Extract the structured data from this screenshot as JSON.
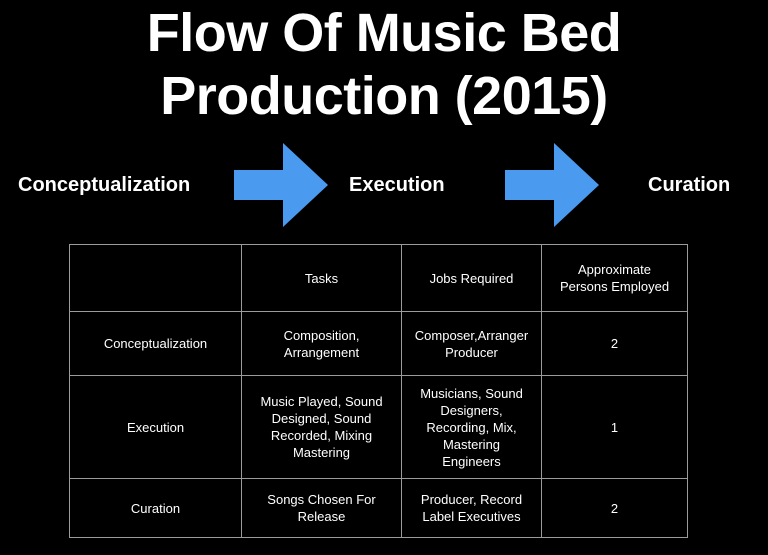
{
  "slide": {
    "background_color": "#000000",
    "text_color": "#ffffff",
    "accent_color": "#4a9af0",
    "border_color": "#9b9b9b"
  },
  "title": {
    "line1": "Flow Of Music Bed",
    "line2": "Production (2015)",
    "full": "Flow Of Music Bed Production (2015)"
  },
  "flow": {
    "stage1": "Conceptualization",
    "stage2": "Execution",
    "stage3": "Curation",
    "arrow1_icon": "right-arrow-icon",
    "arrow2_icon": "right-arrow-icon"
  },
  "table": {
    "headers": [
      "",
      "Tasks",
      "Jobs Required",
      "Approximate Persons Employed"
    ],
    "header_cells": {
      "corner": "",
      "tasks": "Tasks",
      "jobs": "Jobs Required",
      "persons_l1": "Approximate",
      "persons_l2": "Persons Employed"
    },
    "rows": [
      {
        "stage": "Conceptualization",
        "tasks_l1": "Composition,",
        "tasks_l2": "Arrangement",
        "jobs_l1": "Composer,Arranger",
        "jobs_l2": "Producer",
        "persons": "2"
      },
      {
        "stage": "Execution",
        "tasks_l1": "Music Played, Sound",
        "tasks_l2": "Designed, Sound",
        "tasks_l3": "Recorded, Mixing",
        "tasks_l4": "Mastering",
        "jobs_l1": "Musicians, Sound",
        "jobs_l2": "Designers,",
        "jobs_l3": "Recording, Mix,",
        "jobs_l4": "Mastering",
        "jobs_l5": "Engineers",
        "persons": "1"
      },
      {
        "stage": "Curation",
        "tasks_l1": "Songs Chosen For",
        "tasks_l2": "Release",
        "jobs_l1": "Producer, Record",
        "jobs_l2": "Label Executives",
        "persons": "2"
      }
    ]
  }
}
